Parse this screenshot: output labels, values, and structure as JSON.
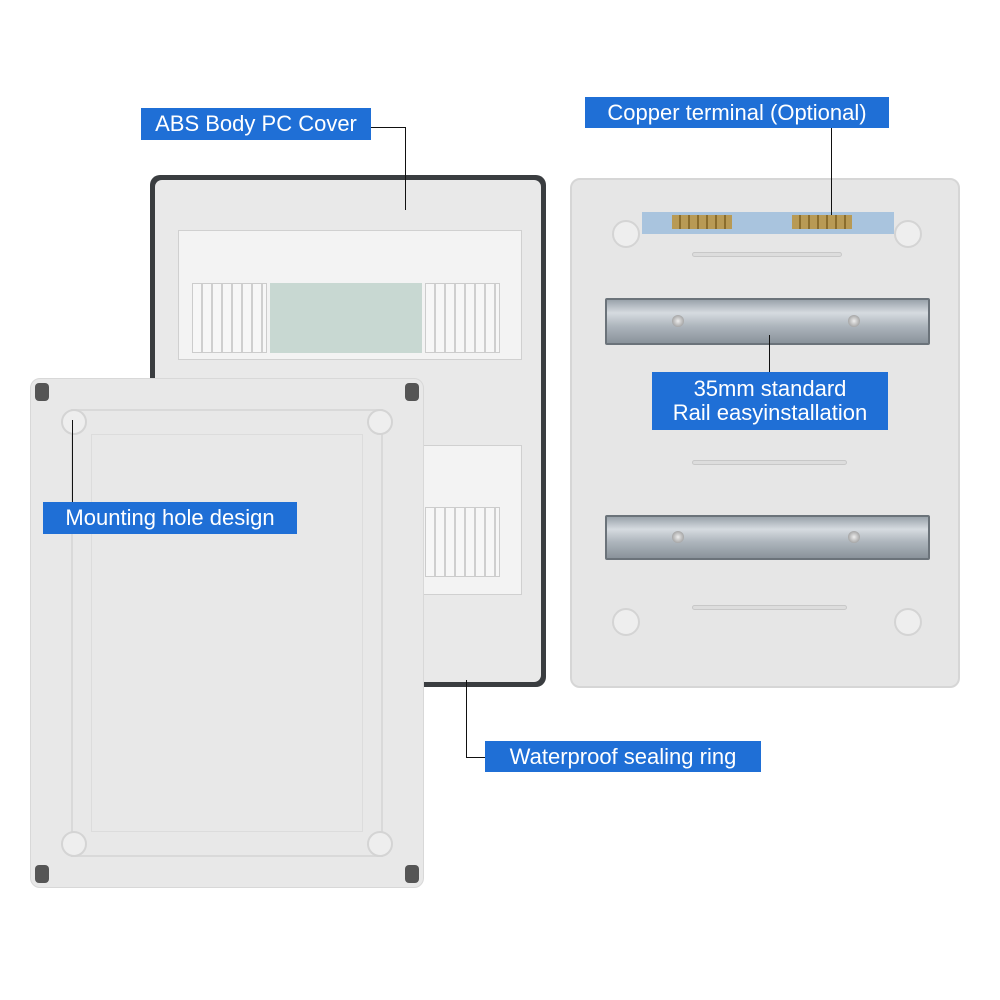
{
  "labels": {
    "abs_body": "ABS Body PC Cover",
    "copper_terminal": "Copper terminal (Optional)",
    "rail_line1": "35mm standard",
    "rail_line2": "Rail easyinstallation",
    "mounting_hole": "Mounting hole design",
    "sealing_ring": "Waterproof sealing ring"
  },
  "colors": {
    "label_bg": "#1f6fd6",
    "label_text": "#ffffff"
  }
}
